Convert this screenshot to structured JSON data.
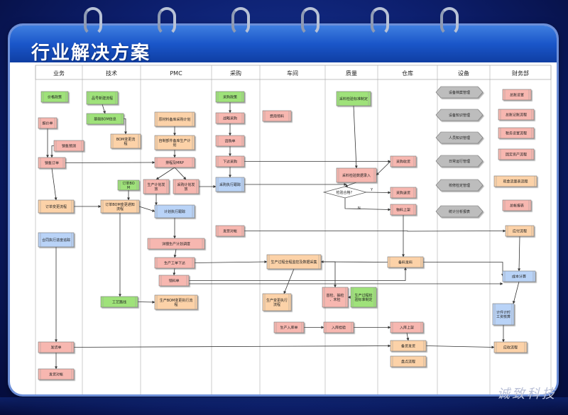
{
  "title": "行业解决方案",
  "watermark": "诚致科技",
  "lanes": [
    "业务",
    "技术",
    "PMC",
    "采购",
    "车间",
    "质量",
    "仓库",
    "设备",
    "财务部"
  ],
  "nodes": {
    "n_jgzc": "价格政策",
    "n_bjd": "报价单",
    "n_xsyc": "销售预测",
    "n_xsdd": "销售订单",
    "n_ddbg": "订单变更流程",
    "n_htzx": "合同执行进度追踪",
    "n_fhd": "发货单",
    "n_fhdz": "发货对帐",
    "n_pxjl": "品号新建流程",
    "n_jcbom": "基础BOM信息",
    "n_bombg": "BOM变更流程",
    "n_ddbom": "订单BOM",
    "n_ddbombg": "订单BOM变更通知流程",
    "n_gylx": "工艺路线",
    "n_ycl": "原材料备库采购计划",
    "n_zzbj": "自制部件备库生产计划",
    "n_pc": "排程及MRP",
    "n_scjh": "生产计划发放",
    "n_cgjh": "采购计划发放",
    "n_jhzx": "计划执行跟踪",
    "n_xxdd": "详细生产计划调度",
    "n_scgd": "生产工单下达",
    "n_lld": "领料单",
    "n_scbom": "生产BOM变更执行流程",
    "n_cgzc": "采购政策",
    "n_zlcg": "战略采购",
    "n_qgd": "请购单",
    "n_xdcg": "下达采购",
    "n_cgzxgz": "采购执行跟踪",
    "n_fbdz": "发票对帐",
    "n_fyll": "费用领料",
    "n_scbg": "生产变更执行流程",
    "n_scrk": "生产入库单",
    "n_cljy": "采料检验标准制定",
    "n_lljy": "采料检验数据录入",
    "n_jyhg": "检验合格？",
    "n_scgc": "生产过程全程监控及数据采集",
    "n_jyjz": "首检、抽检、末检",
    "n_scjy": "生产过程检验标准制定",
    "n_rkjy": "入库检验",
    "n_cgsh": "采购收货",
    "n_cgth": "采购退货",
    "n_wlsj": "物料上架",
    "n_blfl": "备料发料",
    "n_rksj": "入库上架",
    "n_bhfh": "备货发货",
    "n_pdlc": "盘点流程",
    "n_sbda": "设备档案管理",
    "n_sbzs": "设备知识管理",
    "n_ryzs": "人员知识管理",
    "n_rcyx": "日常运行管理",
    "n_jxjd": "校修检定管理",
    "n_tjfx": "统计分析报表",
    "n_zzsz": "总账设置",
    "n_zzjz": "总账记账流程",
    "n_sfsz": "税务设置流程",
    "n_gdzc": "固定资产流程",
    "n_xjll": "现金流量表流程",
    "n_zzbb": "总帐报表",
    "n_yflc": "应付流程",
    "n_cbjs": "成本计算",
    "n_jjjs": "计件计时工资核算",
    "n_yslc": "应收流程"
  },
  "decision_labels": {
    "yes": "Y",
    "no": "N"
  },
  "colors": {
    "green": "#9fe27a",
    "red": "#f7b7b0",
    "orange": "#fcd2a8",
    "blue": "#b9d3f7",
    "gray": "#bdbdbd",
    "accent": "#1a56c9"
  }
}
